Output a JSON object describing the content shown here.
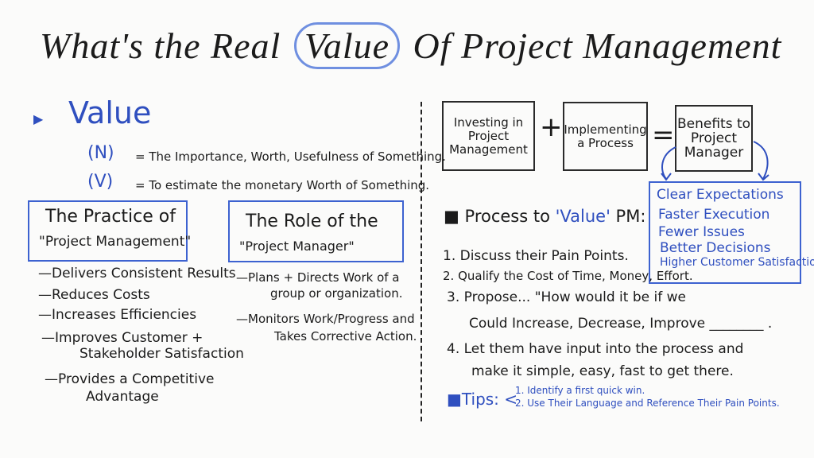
{
  "title": {
    "before": "What's the Real",
    "highlight": "Value",
    "after": "Of Project Management"
  },
  "left": {
    "heading": "Value",
    "definitions": [
      {
        "tag": "(N)",
        "text": "= The Importance, Worth, Usefulness of Something."
      },
      {
        "tag": "(V)",
        "text": "= To estimate the monetary Worth of Something."
      }
    ],
    "practice": {
      "line1": "The Practice of",
      "line2": "\"Project Management\"",
      "items": [
        "—Delivers Consistent Results",
        "—Reduces Costs",
        "—Increases Efficiencies",
        "—Improves Customer +",
        "Stakeholder Satisfaction",
        "—Provides a Competitive",
        "Advantage"
      ]
    },
    "role": {
      "line1": "The Role of the",
      "line2": "\"Project Manager\"",
      "items": [
        "—Plans + Directs Work of a",
        "group or organization.",
        "—Monitors Work/Progress and",
        "Takes Corrective Action."
      ]
    }
  },
  "right": {
    "equation": {
      "box1": "Investing in Project Management",
      "plus": "+",
      "box2": "Implementing a Process",
      "equals": "=",
      "box3": "Benefits to Project Manager"
    },
    "benefits": [
      "Clear Expectations",
      "Faster Execution",
      "Fewer Issues",
      "Better Decisions",
      "Higher Customer Satisfaction"
    ],
    "process_heading": {
      "before": "Process to",
      "value": "'Value'",
      "after": "PM:"
    },
    "steps": [
      "1. Discuss their Pain Points.",
      "2. Qualify the Cost of Time, Money, Effort.",
      "3. Propose... \"How would it be if we",
      "Could Increase, Decrease, Improve ________ .",
      "4. Let them have input into the process and",
      "make it simple, easy, fast to get there."
    ],
    "tips": {
      "label": "Tips:",
      "items": [
        "1. Identify a first quick win.",
        "2. Use Their Language and Reference Their Pain Points."
      ]
    }
  },
  "colors": {
    "blue_marker": "#2f4fbf",
    "black_marker": "#1b1b1b",
    "board": "#fbfbfa"
  }
}
